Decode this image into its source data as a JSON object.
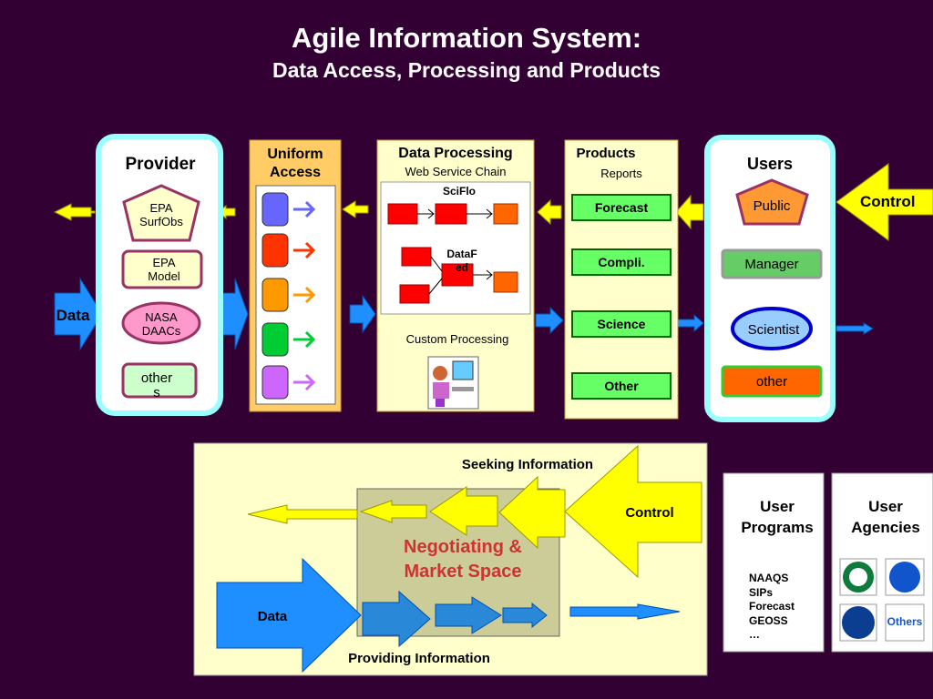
{
  "title": {
    "line1": "Agile Information System:",
    "line2": "Data Access, Processing and Products"
  },
  "provider": {
    "title": "Provider",
    "items": [
      "EPA\nSurfObs",
      "EPA\nModel",
      "NASA\nDAACs",
      "other\ns"
    ]
  },
  "data_label": "Data",
  "uniform_access": {
    "title": "Uniform\nAccess"
  },
  "processing": {
    "title": "Data Processing",
    "subtitle": "Web Service Chain",
    "sciflo": "SciFlo",
    "datafed": "DataF\ned",
    "custom": "Custom Processing"
  },
  "products": {
    "title": "Products",
    "subtitle": "Reports",
    "items": [
      "Forecast",
      "Compli.",
      "Science",
      "Other"
    ]
  },
  "users": {
    "title": "Users",
    "items": [
      "Public",
      "Manager",
      "Scientist",
      "other"
    ]
  },
  "control_label": "Control",
  "market": {
    "seeking": "Seeking Information",
    "control": "Control",
    "center": "Negotiating &\nMarket Space",
    "data": "Data",
    "providing": "Providing Information"
  },
  "user_programs": {
    "title": "User\nPrograms",
    "list": "NAAQS\nSIPs\nForecast\nGEOSS\n…"
  },
  "user_agencies": {
    "title": "User\nAgencies",
    "others_logo": "Others"
  },
  "colors": {
    "background": "#330033",
    "cyan_border": "#99ffff",
    "yellow": "#ffff00",
    "blue_arrow": "#1f8fff",
    "green_box": "#66ff66"
  }
}
